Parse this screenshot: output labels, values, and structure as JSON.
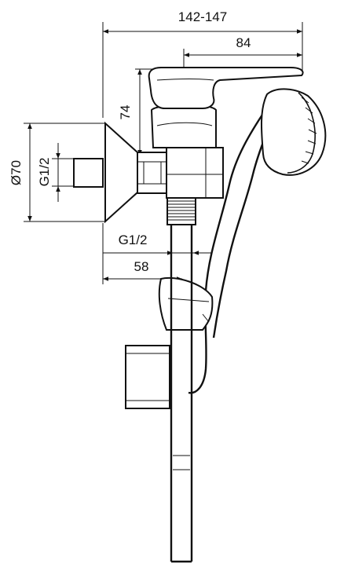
{
  "diagram": {
    "dimensions": {
      "overall_width": "142-147",
      "lever_reach": "84",
      "lever_height": "74",
      "flange_diameter": "Ø70",
      "inlet_thread": "G1/2",
      "outlet_thread": "G1/2",
      "outlet_offset": "58"
    }
  }
}
